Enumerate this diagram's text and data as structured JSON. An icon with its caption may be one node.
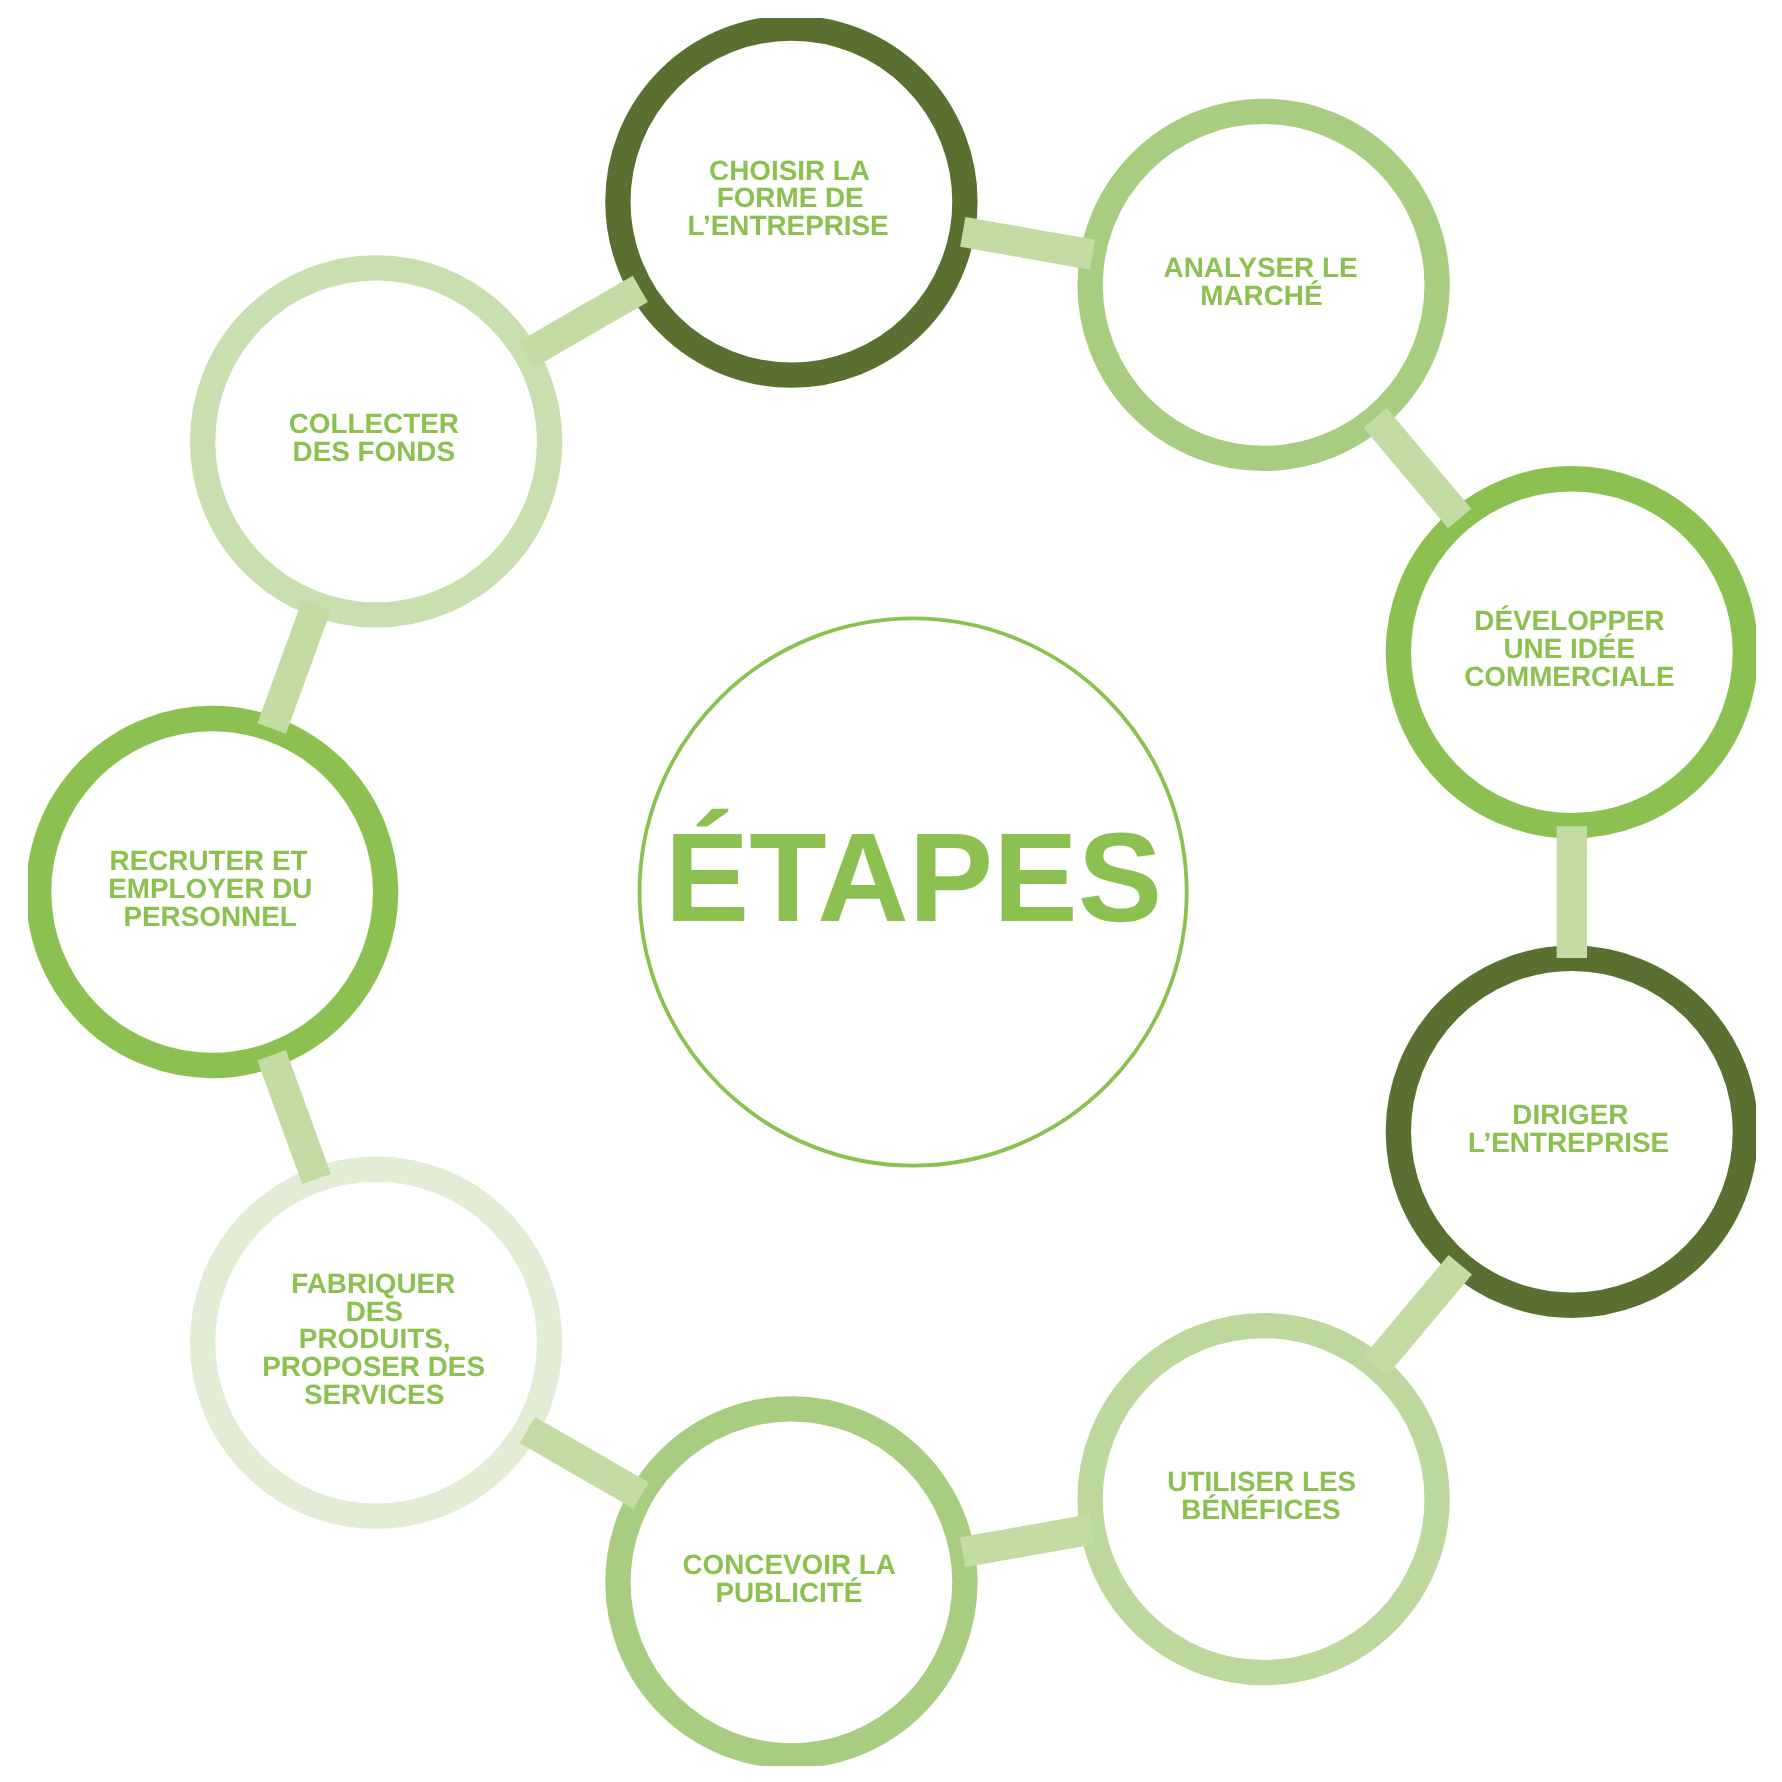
{
  "diagram": {
    "nodes": [
      {
        "text": [
          "ÉTAPES"
        ]
      },
      {
        "text": [
          "DÉVELOPPER UNE IDÉE COMMERCIALE"
        ]
      },
      {
        "text": [
          "ANALYSER LE MARCHÉ"
        ]
      },
      {
        "text": [
          "CHOISIR LA FORME DE L’ENTREPRISE"
        ]
      },
      {
        "text": [
          "COLLECTER DES FONDS"
        ]
      },
      {
        "text": [
          "RECRUTER ET EMPLOYER DU PERSONNEL"
        ]
      },
      {
        "text": [
          "FABRIQUER DES PRODUITS, PROPOSER DES SERVICES"
        ]
      },
      {
        "text": [
          "CONCEVOIR LA PUBLICITÉ"
        ]
      },
      {
        "text": [
          "UTILISER LES BÉNÉFICES"
        ]
      },
      {
        "text": [
          "DIRIGER L’ENTREPRISE"
        ]
      }
    ],
    "edges": [
      {
        "from": 1,
        "to": 2,
        "arrow": "none"
      },
      {
        "from": 2,
        "to": 3,
        "arrow": "none"
      },
      {
        "from": 3,
        "to": 4,
        "arrow": "none"
      },
      {
        "from": 4,
        "to": 5,
        "arrow": "none"
      },
      {
        "from": 5,
        "to": 6,
        "arrow": "none"
      },
      {
        "from": 6,
        "to": 7,
        "arrow": "none"
      },
      {
        "from": 7,
        "to": 8,
        "arrow": "none"
      },
      {
        "from": 8,
        "to": 9,
        "arrow": "none"
      },
      {
        "from": 9,
        "to": 1,
        "arrow": "none"
      }
    ]
  }
}
